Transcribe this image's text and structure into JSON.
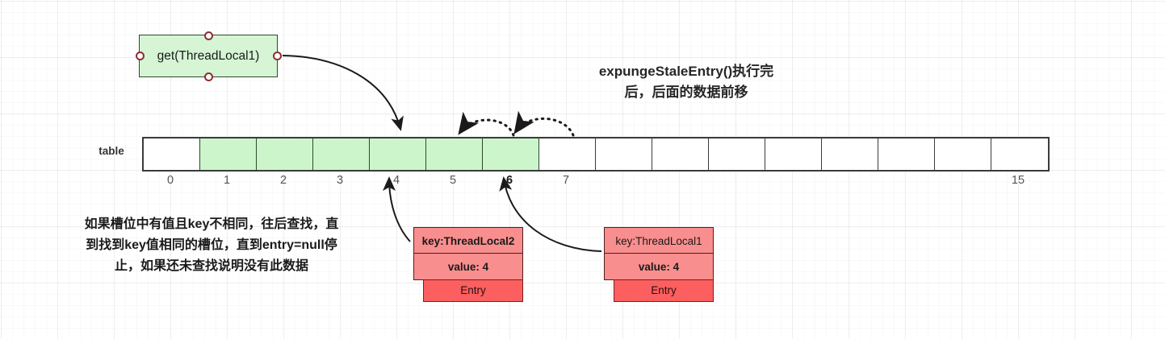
{
  "action_box": {
    "label": "get(ThreadLocal1)",
    "connectors": [
      "top",
      "bottom",
      "left",
      "right"
    ],
    "fill": "#d5f5d5",
    "border": "#2d4a2d"
  },
  "title": {
    "line1": "expungeStaleEntry()执行完",
    "line2": "后，后面的数据前移"
  },
  "table": {
    "label": "table",
    "size": 16,
    "cells": [
      {
        "index": 0,
        "filled": false
      },
      {
        "index": 1,
        "filled": true
      },
      {
        "index": 2,
        "filled": true
      },
      {
        "index": 3,
        "filled": true
      },
      {
        "index": 4,
        "filled": true
      },
      {
        "index": 5,
        "filled": true
      },
      {
        "index": 6,
        "filled": true
      },
      {
        "index": 7,
        "filled": false
      },
      {
        "index": 8,
        "filled": false
      },
      {
        "index": 9,
        "filled": false
      },
      {
        "index": 10,
        "filled": false
      },
      {
        "index": 11,
        "filled": false
      },
      {
        "index": 12,
        "filled": false
      },
      {
        "index": 13,
        "filled": false
      },
      {
        "index": 14,
        "filled": false
      },
      {
        "index": 15,
        "filled": false
      }
    ],
    "index_labels": [
      "0",
      "1",
      "2",
      "3",
      "4",
      "5",
      "6",
      "7",
      "",
      "",
      "",
      "",
      "",
      "",
      "",
      "15"
    ],
    "bold_index": "6",
    "filled_color": "#ccf5cc",
    "empty_color": "#ffffff",
    "border_color": "#3b3b3b"
  },
  "note": {
    "line1": "如果槽位中有值且key不相同，往后查找，直",
    "line2": "到找到key值相同的槽位，直到entry=null停",
    "line3": "止，如果还未查找说明没有此数据"
  },
  "entries": [
    {
      "id": "entry-1",
      "key": "key:ThreadLocal2",
      "key_bold": true,
      "value": "value: 4",
      "footer": "Entry",
      "row_color": "#f98e8e",
      "footer_color": "#fb5f5f"
    },
    {
      "id": "entry-2",
      "key": "key:ThreadLocal1",
      "key_bold": false,
      "value": "value: 4",
      "footer": "Entry",
      "row_color": "#f98e8e",
      "footer_color": "#fb5f5f"
    }
  ],
  "arrows": {
    "get_to_table": "curved arrow from get(ThreadLocal1) right connector to table slot 4/5 boundary",
    "entry1_to_slot4": "curved arrow from key:ThreadLocal2 box up to slot 4",
    "entry2_to_slot6": "curved arrow from key:ThreadLocal1 box up to slot 6",
    "shift_arc_1": "dotted arc from slot 6 rightward boundary to slot 5",
    "shift_arc_2": "dotted arc from slot 7 to slot 6"
  }
}
